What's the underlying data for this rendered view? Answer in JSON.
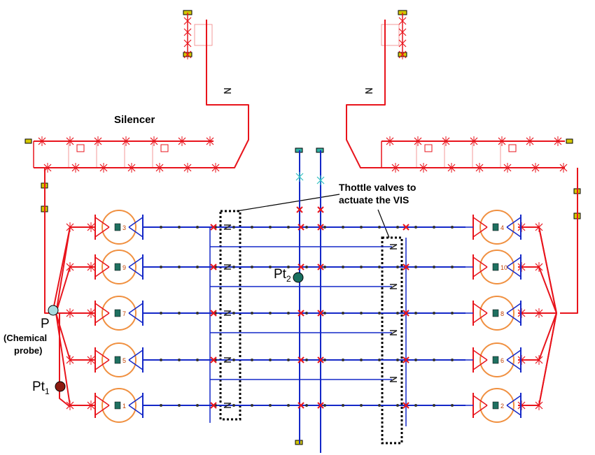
{
  "labels": {
    "silencer": "Silencer",
    "throttle_line1": "Thottle valves to",
    "throttle_line2": "actuate the VIS",
    "pt2_main": "Pt",
    "pt2_sub": "2",
    "pt1_main": "Pt",
    "pt1_sub": "1",
    "p_label": "P",
    "chem_line1": "(Chemical",
    "chem_line2": "probe)"
  },
  "cylinders_left": [
    "3",
    "9",
    "7",
    "5",
    "1"
  ],
  "cylinders_right": [
    "4",
    "10",
    "8",
    "6",
    "2"
  ],
  "colors": {
    "exhaust": "#e8141c",
    "intake": "#1428c8",
    "cylinder": "#f09040",
    "valve": "#d4c800",
    "probe_p": "#a8dce0",
    "probe_pt1": "#8b1a10",
    "probe_pt2": "#1a7060"
  },
  "icons": {
    "throttle": "throttle-valve-icon",
    "cylinder": "engine-cylinder-icon",
    "silencer": "silencer-box-icon"
  }
}
